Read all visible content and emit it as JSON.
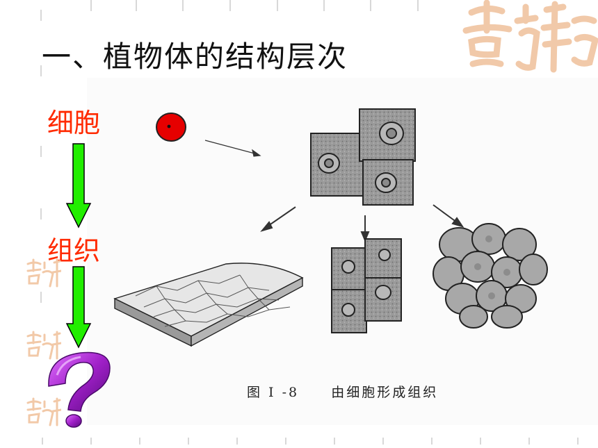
{
  "slide": {
    "title": "一、植物体的结构层次"
  },
  "hierarchy": {
    "levels": [
      {
        "label": "细胞",
        "color": "#ff2a00"
      },
      {
        "label": "组织",
        "color": "#ff2a00"
      }
    ],
    "next_level_symbol": "?",
    "arrow_color": "#22ee00"
  },
  "figure": {
    "caption_number": "图 I -8",
    "caption_text": "由细胞形成组织"
  },
  "colors": {
    "label_red": "#ff2a00",
    "cell_dot": "#e60000",
    "watermark": "#f2c9a8",
    "question_mark": "#a020c8"
  },
  "icons": {
    "cell": "red-cell-dot-icon",
    "watermark": "jixiang-seal-watermark",
    "question": "purple-question-mark-icon"
  }
}
